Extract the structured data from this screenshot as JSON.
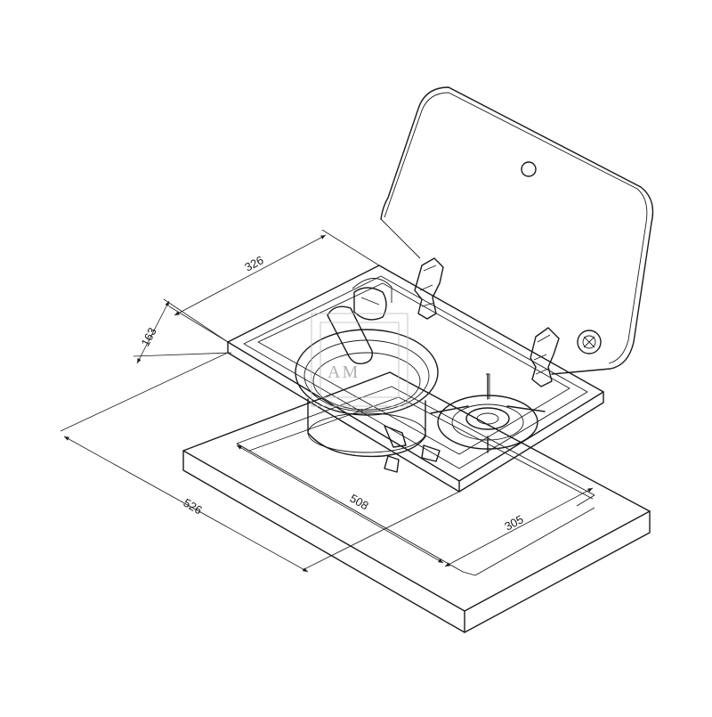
{
  "drawing": {
    "title": "Sink and hob combination with glass lid",
    "colors": {
      "line": "#1a1a1a",
      "background": "#ffffff",
      "watermark": "#b0b0b0"
    }
  },
  "dimensions": {
    "depth_top": "326",
    "height": "163",
    "width_overall": "526",
    "cutout_width": "508",
    "cutout_depth": "305"
  },
  "watermark": {
    "text": "AM"
  }
}
